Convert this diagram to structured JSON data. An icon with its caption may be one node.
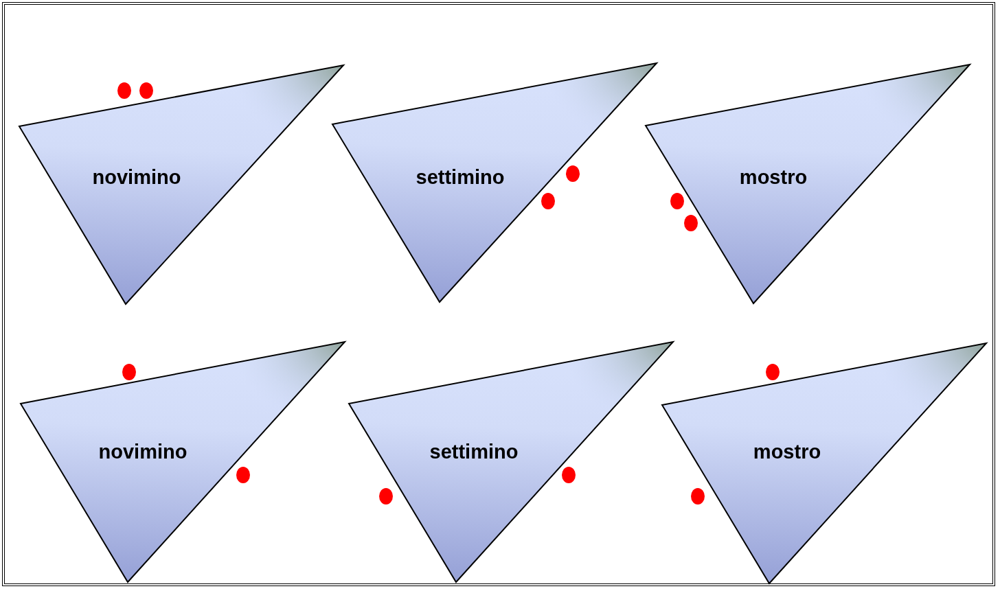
{
  "diagram": {
    "nodes": [
      {
        "text": [
          "novimino"
        ]
      },
      {
        "text": [
          "settimino"
        ]
      },
      {
        "text": [
          "mostro"
        ]
      },
      {
        "text": [
          "novimino"
        ]
      },
      {
        "text": [
          "settimino"
        ]
      },
      {
        "text": [
          "mostro"
        ]
      }
    ]
  }
}
